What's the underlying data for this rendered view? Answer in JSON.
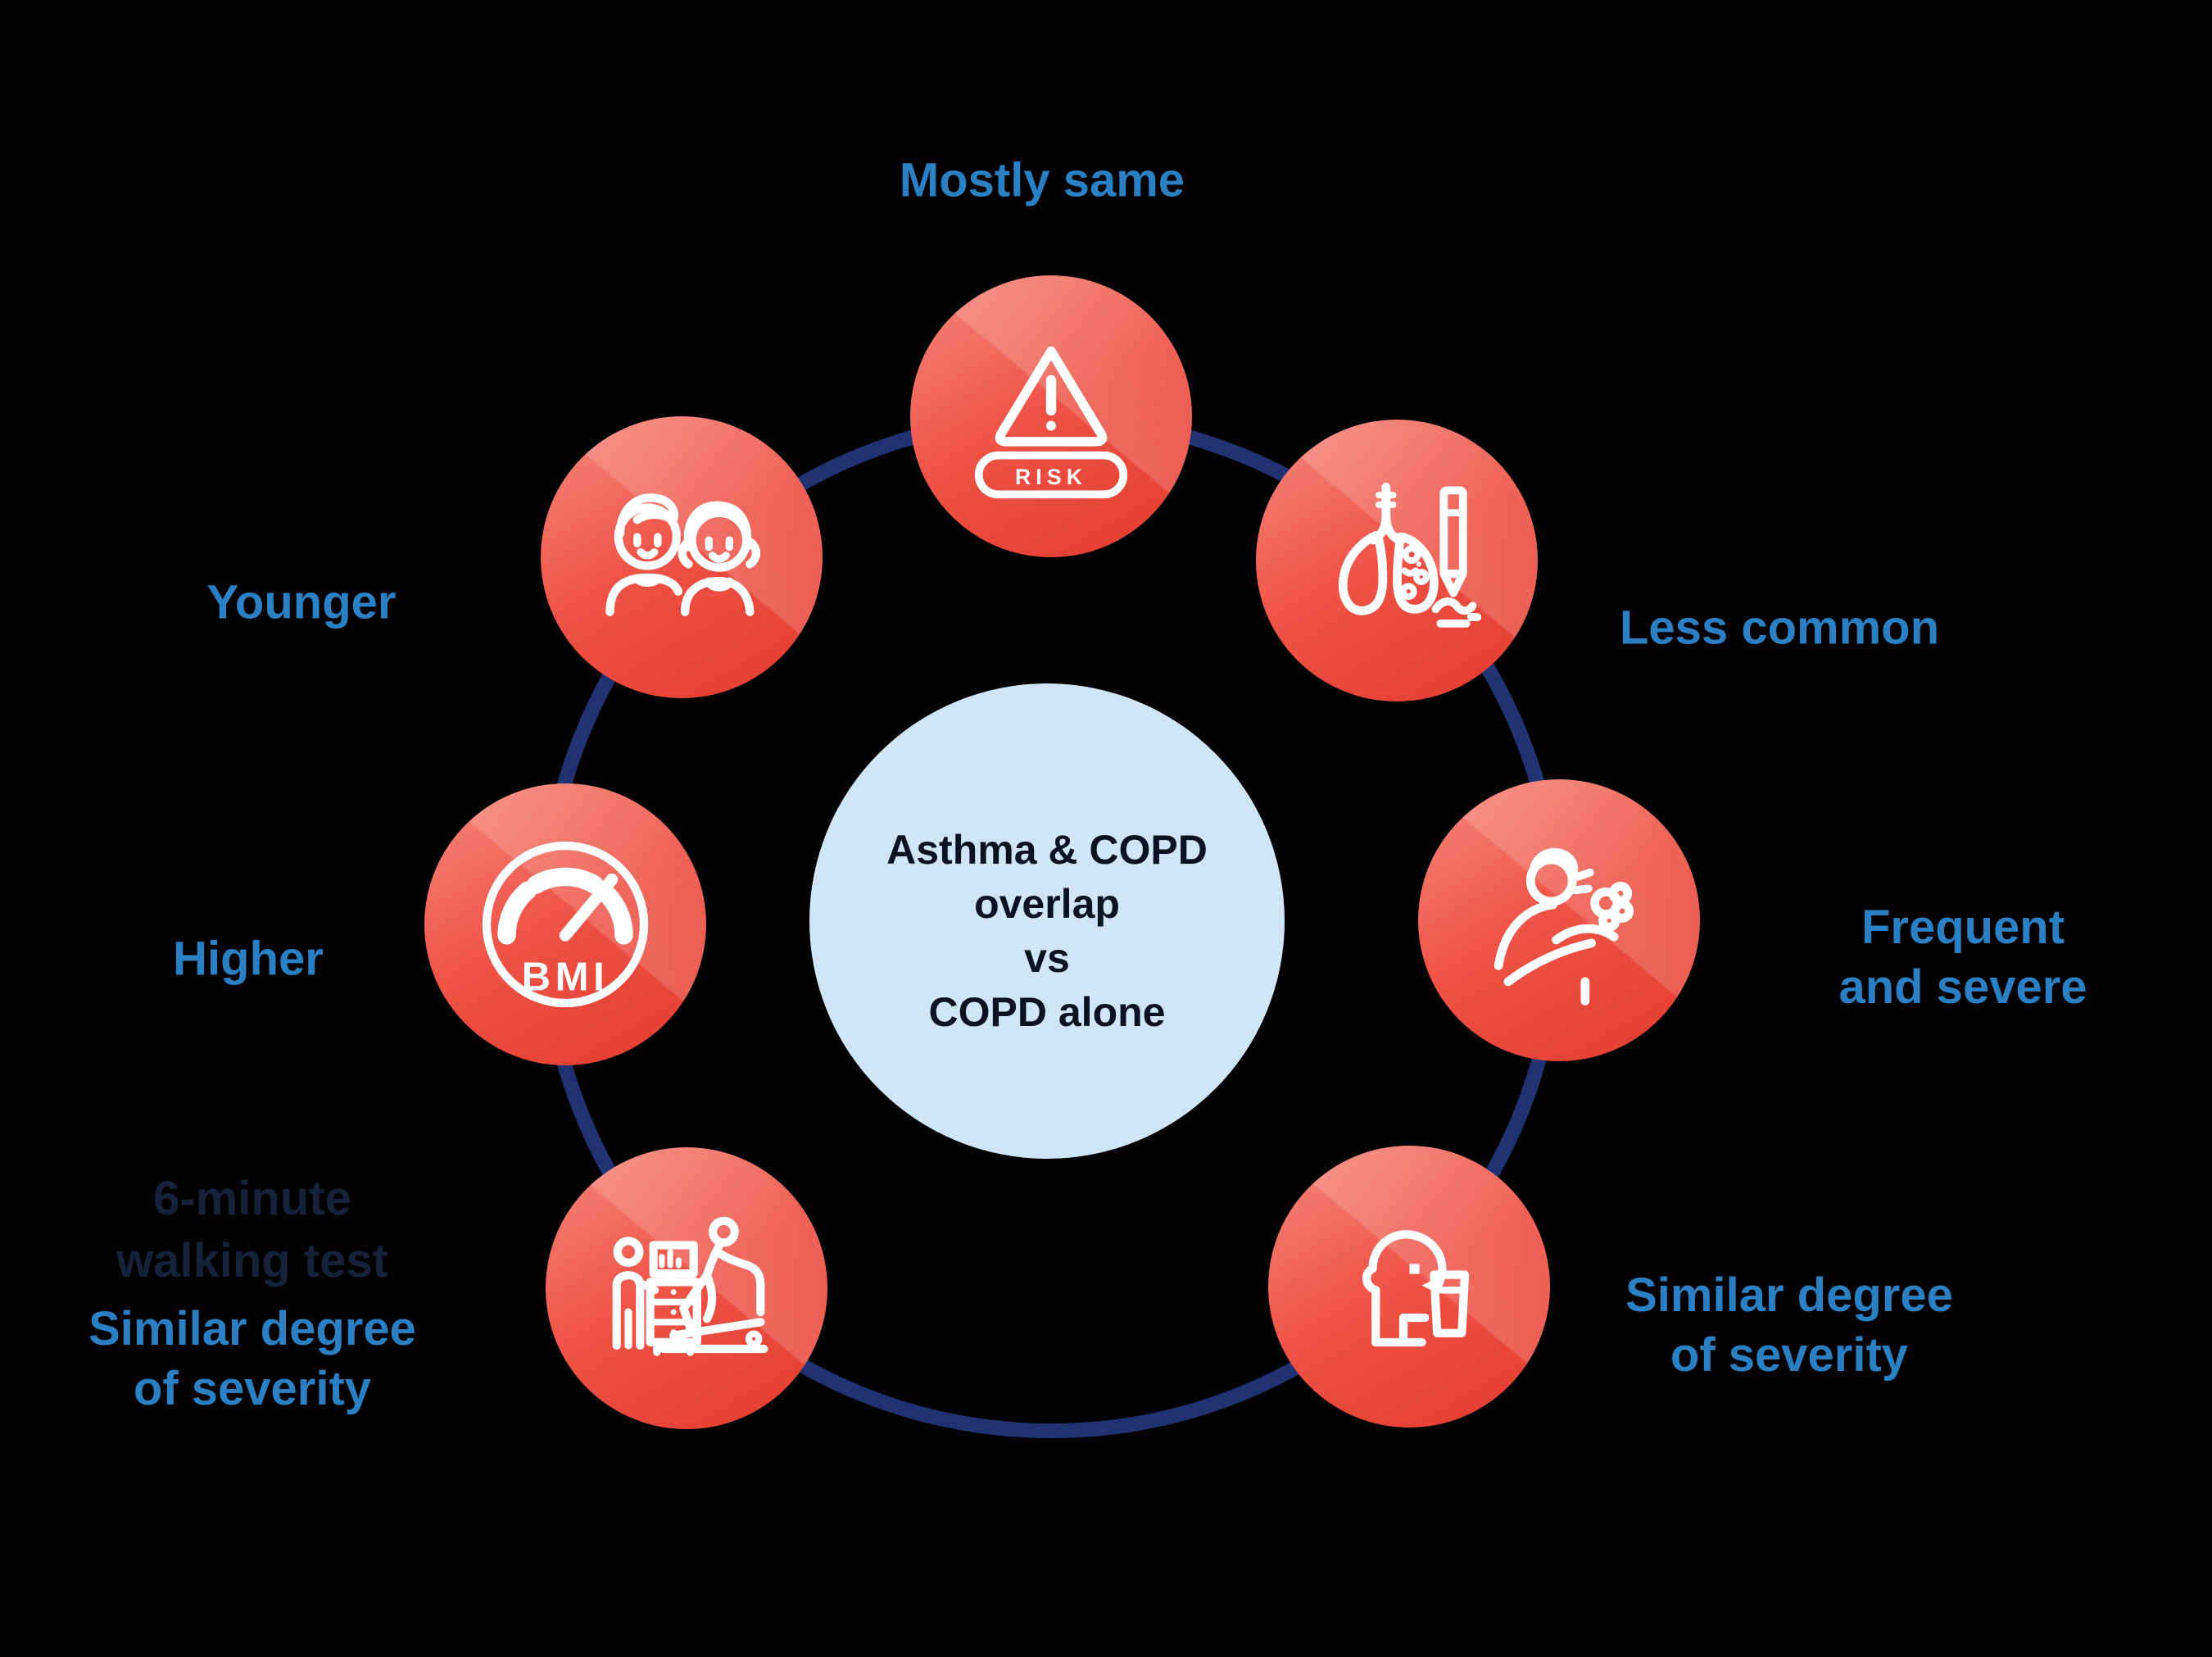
{
  "title": {
    "lines": [
      "Asthma & COPD",
      "overlap",
      "vs",
      "COPD alone"
    ]
  },
  "nodes": {
    "top": {
      "icon": "warning-risk-icon",
      "badge_text": "RISK",
      "label_lines": [
        "Mostly same"
      ]
    },
    "top_right": {
      "icon": "lungs-cigarette-icon",
      "label_lines": [
        "Less common"
      ]
    },
    "right": {
      "icon": "coughing-person-icon",
      "label_lines": [
        "Frequent",
        "and severe"
      ]
    },
    "bottom_right": {
      "icon": "person-drinking-icon",
      "label_lines": [
        "Similar degree",
        "of severity"
      ]
    },
    "bottom_left": {
      "icon": "treadmill-walking-test-icon",
      "sub_label_lines": [
        "6-minute",
        "walking test"
      ],
      "label_lines": [
        "Similar degree",
        "of severity"
      ]
    },
    "left": {
      "icon": "bmi-gauge-icon",
      "badge_text": "BMI",
      "label_lines": [
        "Higher"
      ]
    },
    "top_left": {
      "icon": "young-couple-icon",
      "label_lines": [
        "Younger"
      ]
    }
  },
  "colors": {
    "bg": "#000000",
    "ring_navy": "#213272",
    "center_blue": "#d0e5f7",
    "title_navy": "#0b1322",
    "label_blue": "#2b7fc3",
    "dark_navy": "#16213a",
    "red_light": "#f5897e",
    "red_mid": "#ef5246",
    "red_dark": "#e33a2e",
    "icon_white": "#ffffff"
  }
}
